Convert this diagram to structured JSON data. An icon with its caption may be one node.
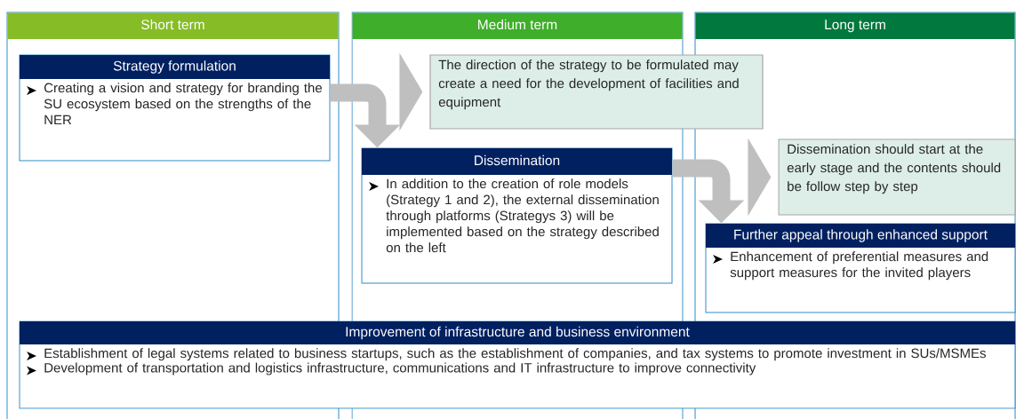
{
  "diagram": {
    "nodes": [
      {
        "text": [
          "Short term"
        ]
      },
      {
        "text": [
          "Medium term"
        ]
      },
      {
        "text": [
          "Long term"
        ]
      },
      {
        "text": [
          "Strategy formulation",
          "Creating a vision and strategy for branding the SU ecosystem based on the strengths of the NER"
        ],
        "in": 0
      },
      {
        "text": [
          "The direction of the strategy to be formulated may create a need for the development of facilities and equipment"
        ]
      },
      {
        "text": [
          "Dissemination",
          "In addition to the creation of role models (Strategy 1 and 2), the external dissemination through platforms (Strategys 3) will be implemented based on the strategy described on the left"
        ],
        "in": 1
      },
      {
        "text": [
          "Dissemination should start at the early stage and the contents should be follow step by step"
        ],
        "in": 2
      },
      {
        "text": [
          "Further appeal through enhanced support",
          "Enhancement of preferential measures and support measures for the invited players"
        ],
        "in": 2
      },
      {
        "text": [
          "Improvement of infrastructure and business environment",
          "Establishment of legal systems related to business startups, such as the establishment of companies, and tax systems to promote investment in SUs/MSMEs",
          "Development of transportation and logistics infrastructure, communications and IT infrastructure to improve connectivity"
        ]
      }
    ],
    "edges": [
      {
        "from": 3,
        "to": 5,
        "arrow": "to"
      },
      {
        "from": 5,
        "to": 7,
        "arrow": "to"
      },
      {
        "from": null,
        "to": 4,
        "arrow": "to"
      },
      {
        "from": null,
        "to": 6,
        "arrow": "to"
      }
    ]
  }
}
